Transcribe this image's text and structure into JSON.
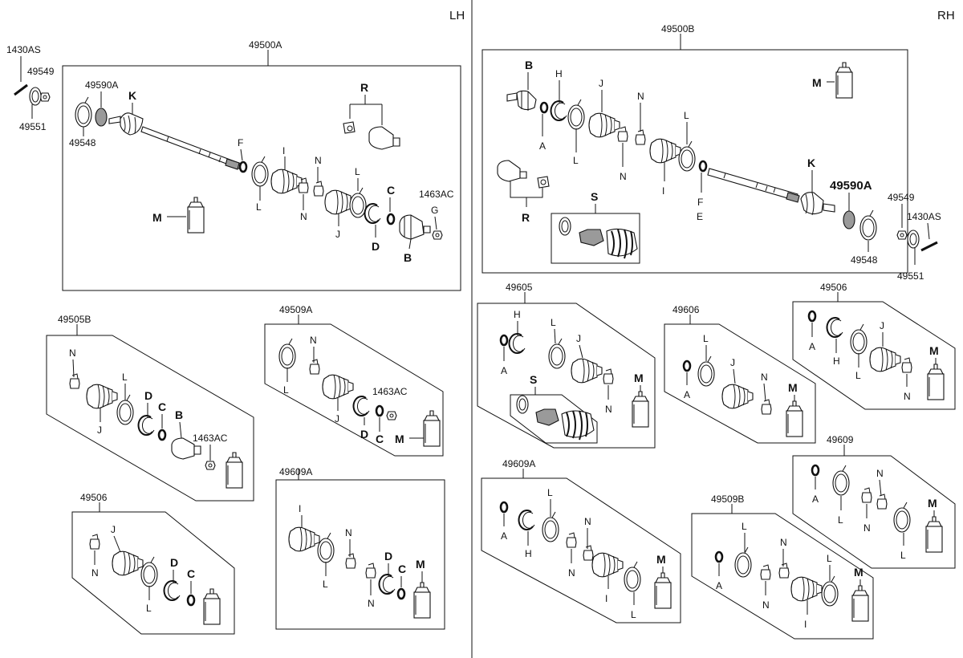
{
  "sides": {
    "left": "LH",
    "right": "RH"
  },
  "parts": {
    "p49500A": "49500A",
    "p49500B": "49500B",
    "p1430AS": "1430AS",
    "p49549": "49549",
    "p49551": "49551",
    "p49548": "49548",
    "p49590A": "49590A",
    "p1463AC": "1463AC",
    "p49505B": "49505B",
    "p49509A": "49509A",
    "p49506": "49506",
    "p49609A": "49609A",
    "p49605": "49605",
    "p49606": "49606",
    "p49609": "49609",
    "p49509B": "49509B"
  },
  "letters": {
    "A": "A",
    "B": "B",
    "C": "C",
    "D": "D",
    "E": "E",
    "F": "F",
    "G": "G",
    "H": "H",
    "I": "I",
    "J": "J",
    "K": "K",
    "L": "L",
    "M": "M",
    "N": "N",
    "R": "R",
    "S": "S"
  }
}
